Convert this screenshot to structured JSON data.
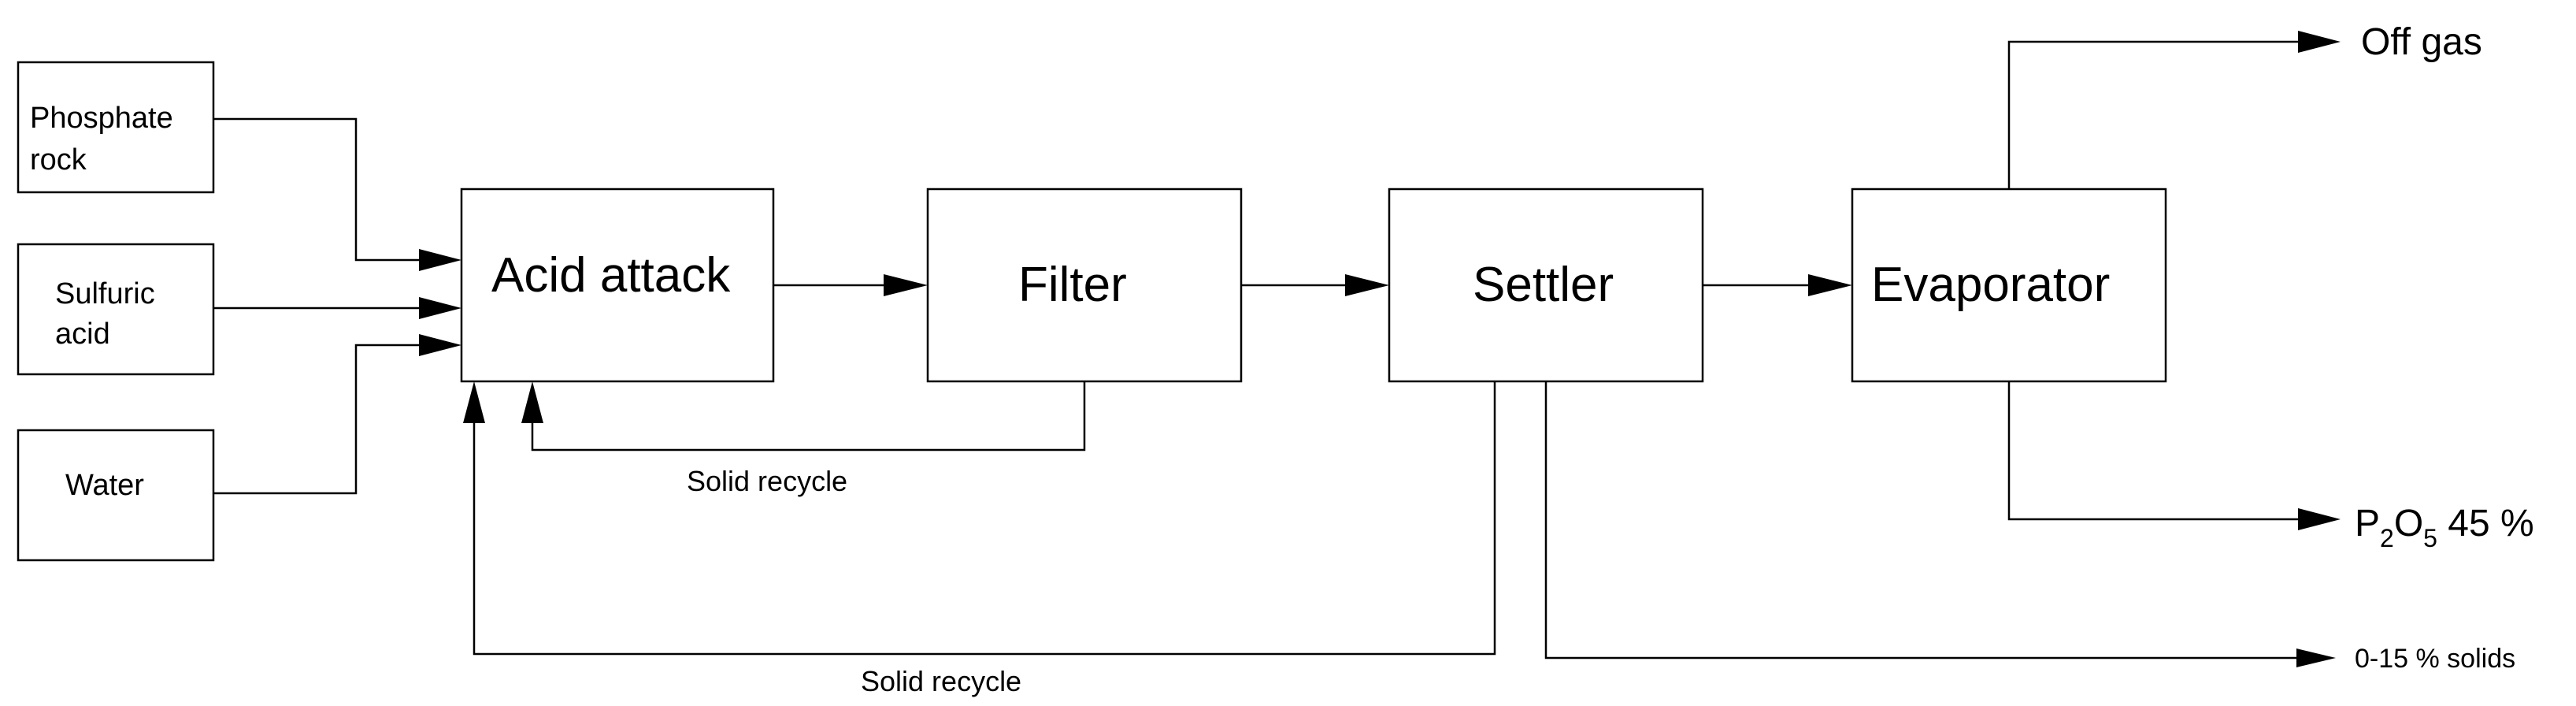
{
  "nodes": {
    "phosphate_rock": {
      "line1": "Phosphate",
      "line2": "rock"
    },
    "sulfuric_acid": {
      "line1": "Sulfuric",
      "line2": "acid"
    },
    "water": {
      "label": "Water"
    },
    "acid_attack": {
      "label": "Acid attack"
    },
    "filter": {
      "label": "Filter"
    },
    "settler": {
      "label": "Settler"
    },
    "evaporator": {
      "label": "Evaporator"
    }
  },
  "edges": {
    "solid_recycle_filter": "Solid recycle",
    "solid_recycle_settler": "Solid recycle"
  },
  "outputs": {
    "off_gas": "Off gas",
    "product": {
      "p": "P",
      "sub2": "2",
      "o": "O",
      "sub5": "5",
      "rest": " 45 %"
    },
    "solids": "0-15 % solids"
  }
}
